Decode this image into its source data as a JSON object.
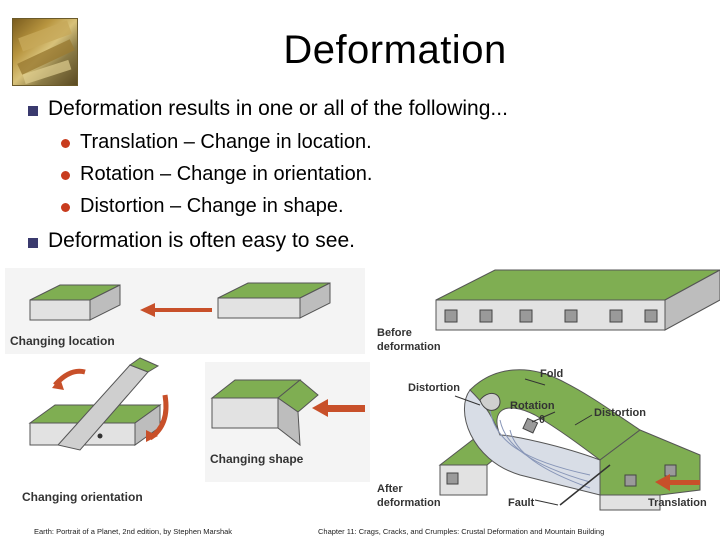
{
  "title": "Deformation",
  "bullets": [
    {
      "text": "Deformation results in one or all of the following..."
    },
    {
      "text": "Translation – Change in location."
    },
    {
      "text": "Rotation – Change in orientation."
    },
    {
      "text": "Distortion – Change in shape."
    },
    {
      "text": "Deformation is often easy to see."
    }
  ],
  "figure": {
    "changing_location": "Changing location",
    "changing_orientation": "Changing orientation",
    "changing_shape": "Changing shape",
    "before_1": "Before",
    "before_2": "deformation",
    "after_1": "After",
    "after_2": "deformation",
    "fold": "Fold",
    "distortion_left": "Distortion",
    "rotation": "Rotation",
    "theta": "θ",
    "distortion_right": "Distortion",
    "fault": "Fault",
    "translation": "Translation"
  },
  "footer": {
    "left": "Earth: Portrait of a Planet, 2nd edition, by Stephen Marshak",
    "right": "Chapter 11: Crags, Cracks, and Crumples: Crustal Deformation and Mountain Building"
  },
  "colors": {
    "grass": "#7fae52",
    "block": "#e2e2e2",
    "arrow": "#c8502a",
    "bullet_square": "#3a3a6e",
    "bullet_dot": "#c83c1e"
  }
}
